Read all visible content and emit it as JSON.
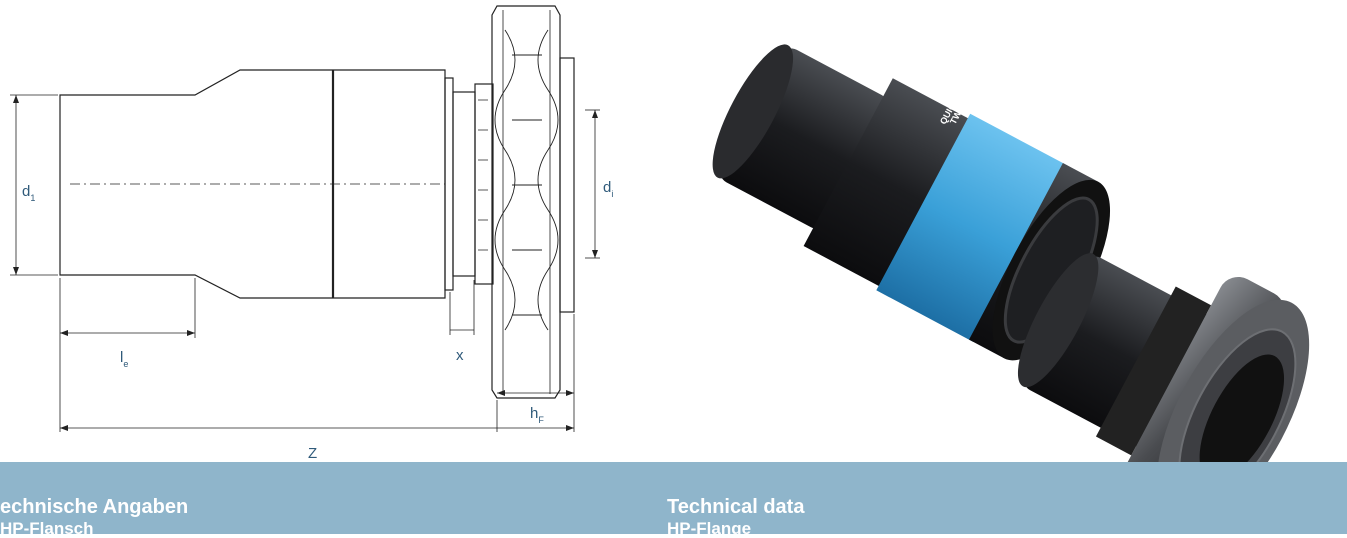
{
  "drawing": {
    "labels": {
      "d1_main": "d",
      "d1_sub": "1",
      "di_main": "d",
      "di_sub": "i",
      "le_main": "l",
      "le_sub": "e",
      "x": "x",
      "hf_main": "h",
      "hf_sub": "F",
      "z": "Z"
    }
  },
  "photo": {
    "brand_line1": "QUICK",
    "brand_line2": "TWIST"
  },
  "banner": {
    "de_title": "echnische Angaben",
    "de_subtitle": "HP-Flansch",
    "en_title": "Technical data",
    "en_subtitle": "HP-Flange",
    "colors": {
      "banner": "#8fb5cb",
      "text": "#ffffff",
      "drawing_label": "#2f5a7a",
      "sleeve": "#3aa0d8"
    }
  }
}
